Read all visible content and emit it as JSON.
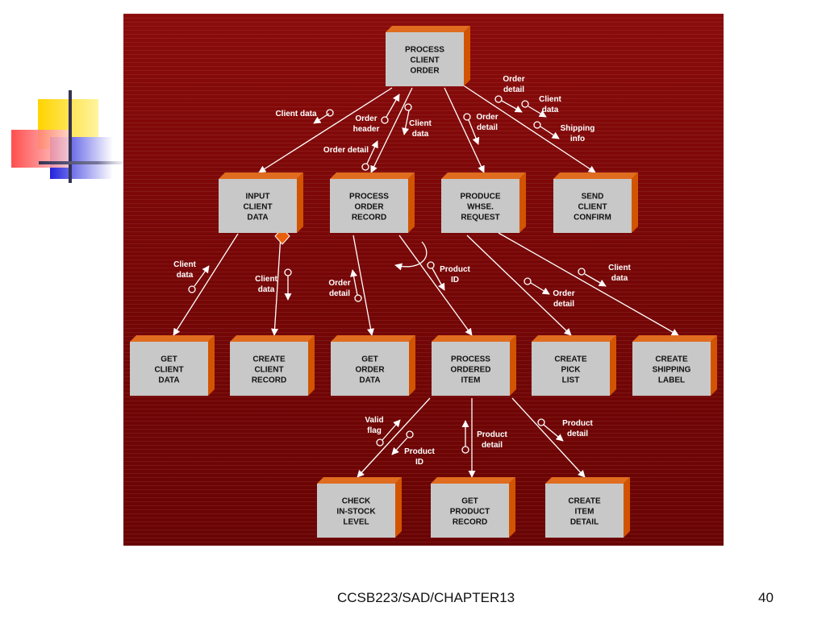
{
  "colors": {
    "panel": "#760606",
    "box_face": "#c8c8c8",
    "box_side": "#d35400",
    "box_top": "#e06c1f",
    "arrow": "#ffffff"
  },
  "boxes": {
    "process_client_order": [
      "PROCESS",
      "CLIENT",
      "ORDER"
    ],
    "input_client_data": [
      "INPUT",
      "CLIENT",
      "DATA"
    ],
    "process_order_record": [
      "PROCESS",
      "ORDER",
      "RECORD"
    ],
    "produce_whse_request": [
      "PRODUCE",
      "WHSE.",
      "REQUEST"
    ],
    "send_client_confirm": [
      "SEND",
      "CLIENT",
      "CONFIRM"
    ],
    "get_client_data": [
      "GET",
      "CLIENT",
      "DATA"
    ],
    "create_client_record": [
      "CREATE",
      "CLIENT",
      "RECORD"
    ],
    "get_order_data": [
      "GET",
      "ORDER",
      "DATA"
    ],
    "process_ordered_item": [
      "PROCESS",
      "ORDERED",
      "ITEM"
    ],
    "create_pick_list": [
      "CREATE",
      "PICK",
      "LIST"
    ],
    "create_shipping_label": [
      "CREATE",
      "SHIPPING",
      "LABEL"
    ],
    "check_in_stock_level": [
      "CHECK",
      "IN-STOCK",
      "LEVEL"
    ],
    "get_product_record": [
      "GET",
      "PRODUCT",
      "RECORD"
    ],
    "create_item_detail": [
      "CREATE",
      "ITEM",
      "DETAIL"
    ]
  },
  "couples": {
    "client_data_1": [
      "Client data"
    ],
    "order_header": [
      "Order",
      "header"
    ],
    "client_data_2": [
      "Client",
      "data"
    ],
    "order_detail_1": [
      "Order detail"
    ],
    "order_detail_2": [
      "Order",
      "detail"
    ],
    "order_detail_3": [
      "Order",
      "detail"
    ],
    "client_data_3": [
      "Client",
      "data"
    ],
    "shipping_info": [
      "Shipping",
      "info"
    ],
    "client_data_4": [
      "Client",
      "data"
    ],
    "client_data_5": [
      "Client",
      "data"
    ],
    "order_detail_4": [
      "Order",
      "detail"
    ],
    "product_id_1": [
      "Product",
      "ID"
    ],
    "order_detail_5": [
      "Order",
      "detail"
    ],
    "client_data_6": [
      "Client",
      "data"
    ],
    "valid_flag": [
      "Valid",
      "flag"
    ],
    "product_id_2": [
      "Product",
      "ID"
    ],
    "product_detail_1": [
      "Product",
      "detail"
    ],
    "product_detail_2": [
      "Product",
      "detail"
    ]
  },
  "footer": {
    "course": "CCSB223/SAD/CHAPTER13",
    "page": "40"
  }
}
